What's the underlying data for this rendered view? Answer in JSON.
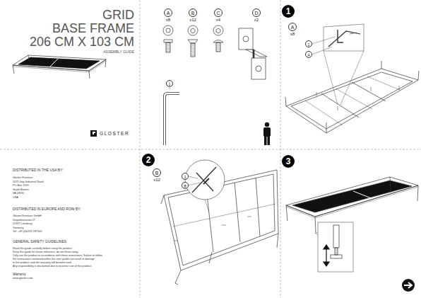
{
  "diagram": {
    "nodes": [
      {
        "text": [
          "1"
        ]
      },
      {
        "text": [
          "2"
        ]
      },
      {
        "text": [
          "3"
        ]
      },
      {
        "text": [
          "A",
          "x8"
        ]
      },
      {
        "text": [
          "B",
          "x12"
        ]
      },
      {
        "text": [
          "C",
          "x4"
        ]
      },
      {
        "text": [
          "D",
          "x2"
        ]
      },
      {
        "text": [
          "1"
        ]
      },
      {
        "text": [
          "A",
          "x8"
        ]
      },
      {
        "text": [
          "1"
        ]
      },
      {
        "text": [
          "A"
        ]
      },
      {
        "text": [
          "B",
          "x12"
        ]
      },
      {
        "text": [
          "1"
        ]
      },
      {
        "text": [
          "B"
        ]
      }
    ],
    "labels": [
      "GRID",
      "BASE FRAME",
      "206 CM X 103 CM",
      "ASSEMBLY GUIDE",
      "GLOSTER",
      "DISTRIBUTED IN THE USA BY:",
      "Gloster Furniture",
      "1075 Gap Industrial Road",
      "PO Box 1599",
      "South Boston",
      "VA 24592",
      "USA",
      "DISTRIBUTED IN EUROPE AND ROW BY:",
      "Gloster Furniture GmbH",
      "Zeppelinstrasse 27",
      "21337 Lüneburg",
      "Germany",
      "Tel: +49 (0)4131 287500",
      "GENERAL SAFETY GUIDELINES",
      "Read this guide carefully before using the product.",
      "Keep this guide for future reference, do not throw away.",
      "Only use the product in accordance with these instructions. Failure to follow",
      "the instructions contained within this user guide can result in damage",
      "to the product, and the warranty will become void.",
      "Any responsibility is disclaimed due to incorrect use of the product.",
      "Warranty",
      "www.gloster.com"
    ]
  }
}
